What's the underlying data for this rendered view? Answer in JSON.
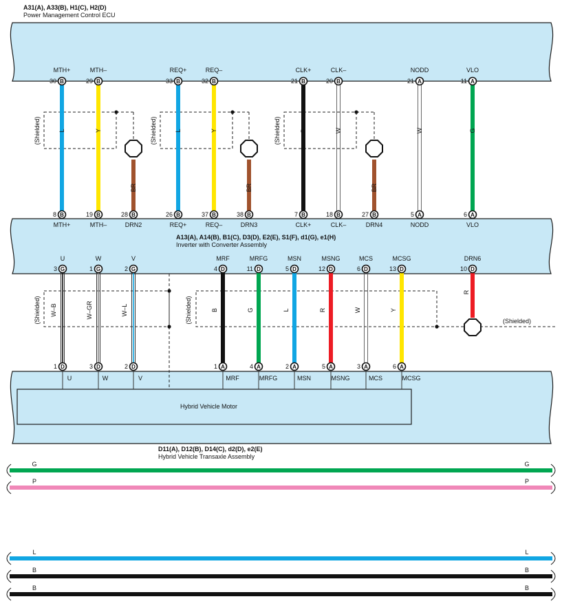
{
  "ecu": {
    "connectors": "A31(A), A33(B), H1(C), H2(D)",
    "name": "Power Management Control ECU"
  },
  "inverter": {
    "connectors": "A13(A), A14(B), B1(C), D3(D), E2(E), S1(F), d1(G), e1(H)",
    "name": "Inverter with Converter Assembly"
  },
  "motor": {
    "name": "Hybrid Vehicle Motor"
  },
  "transaxle": {
    "connectors": "D11(A), D12(B), D14(C), d2(D), e2(E)",
    "name": "Hybrid Vehicle Transaxle Assembly"
  },
  "shielded_label": "(Shielded)",
  "colors": {
    "L": "#11a6e3",
    "Y": "#ffe600",
    "B": "#111111",
    "W": "#ffffff",
    "G": "#00a651",
    "R": "#ed1c24",
    "BR": "#a0522d",
    "P": "#f088b8",
    "component": "#c8e8f6"
  },
  "ecu_inverter_wires": [
    {
      "color": "L",
      "top": {
        "name": "MTH+",
        "pin": "30",
        "conn": "B"
      },
      "bottom": {
        "name": "MTH+",
        "pin": "8",
        "conn": "B"
      }
    },
    {
      "color": "Y",
      "top": {
        "name": "MTH–",
        "pin": "29",
        "conn": "B"
      },
      "bottom": {
        "name": "MTH–",
        "pin": "19",
        "conn": "B"
      }
    },
    {
      "color": "BR",
      "drain": true,
      "bottom": {
        "name": "DRN2",
        "pin": "28",
        "conn": "B"
      }
    },
    {
      "color": "L",
      "top": {
        "name": "REQ+",
        "pin": "33",
        "conn": "B"
      },
      "bottom": {
        "name": "REQ+",
        "pin": "26",
        "conn": "B"
      }
    },
    {
      "color": "Y",
      "top": {
        "name": "REQ–",
        "pin": "32",
        "conn": "B"
      },
      "bottom": {
        "name": "REQ–",
        "pin": "37",
        "conn": "B"
      }
    },
    {
      "color": "BR",
      "drain": true,
      "bottom": {
        "name": "DRN3",
        "pin": "38",
        "conn": "B"
      }
    },
    {
      "color": "B",
      "top": {
        "name": "CLK+",
        "pin": "21",
        "conn": "B"
      },
      "bottom": {
        "name": "CLK+",
        "pin": "7",
        "conn": "B"
      }
    },
    {
      "color": "W",
      "top": {
        "name": "CLK–",
        "pin": "20",
        "conn": "B"
      },
      "bottom": {
        "name": "CLK–",
        "pin": "18",
        "conn": "B"
      }
    },
    {
      "color": "BR",
      "drain": true,
      "bottom": {
        "name": "DRN4",
        "pin": "27",
        "conn": "B"
      }
    },
    {
      "color": "W",
      "top": {
        "name": "NODD",
        "pin": "21",
        "conn": "A"
      },
      "bottom": {
        "name": "NODD",
        "pin": "5",
        "conn": "A"
      }
    },
    {
      "color": "G",
      "top": {
        "name": "VLO",
        "pin": "11",
        "conn": "A"
      },
      "bottom": {
        "name": "VLO",
        "pin": "6",
        "conn": "A"
      }
    }
  ],
  "power_wires": [
    {
      "label": "W–B",
      "stripe": "B",
      "top": {
        "name": "U",
        "pin": "3",
        "conn": "G"
      },
      "bottom": {
        "name": "U",
        "pin": "1",
        "conn": "D"
      }
    },
    {
      "label": "W–GR",
      "stripe": "GR",
      "top": {
        "name": "W",
        "pin": "1",
        "conn": "G"
      },
      "bottom": {
        "name": "W",
        "pin": "3",
        "conn": "D"
      }
    },
    {
      "label": "W–L",
      "stripe": "L",
      "top": {
        "name": "V",
        "pin": "2",
        "conn": "G"
      },
      "bottom": {
        "name": "V",
        "pin": "2",
        "conn": "D"
      }
    }
  ],
  "sensor_wires": [
    {
      "color": "B",
      "top": {
        "name": "MRF",
        "pin": "4",
        "conn": "D"
      },
      "bottom": {
        "name": "MRF",
        "pin": "1",
        "conn": "A"
      }
    },
    {
      "color": "G",
      "top": {
        "name": "MRFG",
        "pin": "11",
        "conn": "D"
      },
      "bottom": {
        "name": "MRFG",
        "pin": "4",
        "conn": "A"
      }
    },
    {
      "color": "L",
      "top": {
        "name": "MSN",
        "pin": "5",
        "conn": "D"
      },
      "bottom": {
        "name": "MSN",
        "pin": "2",
        "conn": "A"
      }
    },
    {
      "color": "R",
      "top": {
        "name": "MSNG",
        "pin": "12",
        "conn": "D"
      },
      "bottom": {
        "name": "MSNG",
        "pin": "5",
        "conn": "A"
      }
    },
    {
      "color": "W",
      "top": {
        "name": "MCS",
        "pin": "6",
        "conn": "D"
      },
      "bottom": {
        "name": "MCS",
        "pin": "3",
        "conn": "A"
      }
    },
    {
      "color": "Y",
      "top": {
        "name": "MCSG",
        "pin": "13",
        "conn": "D"
      },
      "bottom": {
        "name": "MCSG",
        "pin": "6",
        "conn": "A"
      }
    }
  ],
  "drn6": {
    "name": "DRN6",
    "pin": "10",
    "conn": "D",
    "color": "R"
  },
  "horizontal_wires": [
    {
      "color": "G"
    },
    {
      "color": "P"
    },
    {
      "color": "L"
    },
    {
      "color": "B"
    },
    {
      "color": "B"
    }
  ]
}
